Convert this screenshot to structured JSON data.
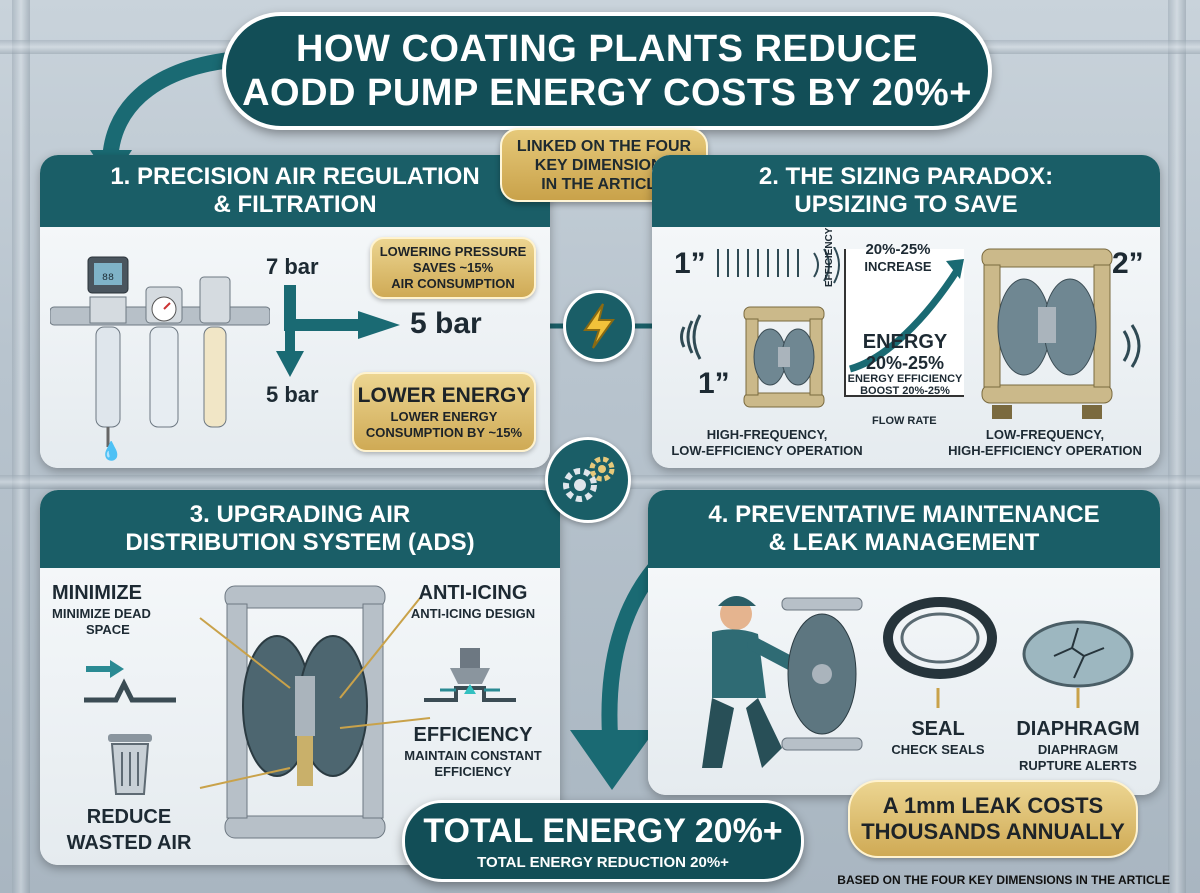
{
  "title": {
    "line1": "HOW COATING PLANTS REDUCE",
    "line2": "AODD PUMP ENERGY COSTS BY 20%+"
  },
  "center_badge": {
    "line1": "LINKED ON THE FOUR",
    "line2": "KEY DIMENSIONS",
    "line3": "IN THE ARTICLE"
  },
  "panel1": {
    "title1": "1. PRECISION AIR REGULATION",
    "title2": "& FILTRATION",
    "gauge_reading": "88",
    "p_high": "7 bar",
    "p_low_big": "5 bar",
    "p_low": "5 bar",
    "callout": {
      "l1": "LOWERING PRESSURE",
      "l2": "SAVES ~15%",
      "l3": "AIR CONSUMPTION"
    },
    "energy": {
      "head": "LOWER ENERGY",
      "l1": "LOWER ENERGY",
      "l2": "CONSUMPTION BY ~15%"
    }
  },
  "panel2": {
    "title1": "2. THE SIZING PARADOX:",
    "title2": "UPSIZING TO SAVE",
    "small_size": "1”",
    "small_size_2": "1”",
    "large_size": "2”",
    "increase": {
      "l1": "20%-25%",
      "l2": "INCREASE"
    },
    "y_axis": "EFFICIENCY",
    "x_axis": "FLOW RATE",
    "energy": {
      "head": "ENERGY",
      "value": "20%-25%",
      "l1": "ENERGY EFFICIENCY",
      "l2": "BOOST 20%-25%"
    },
    "left_caption": {
      "l1": "HIGH-FREQUENCY,",
      "l2": "LOW-EFFICIENCY OPERATION"
    },
    "right_caption": {
      "l1": "LOW-FREQUENCY,",
      "l2": "HIGH-EFFICIENCY OPERATION"
    }
  },
  "panel3": {
    "title1": "3. UPGRADING AIR",
    "title2": "DISTRIBUTION SYSTEM (ADS)",
    "minimize": {
      "head": "MINIMIZE",
      "l1": "MINIMIZE DEAD",
      "l2": "SPACE"
    },
    "anti_icing": {
      "head": "ANTI-ICING",
      "l1": "ANTI-ICING DESIGN"
    },
    "efficiency": {
      "head": "EFFICIENCY",
      "l1": "MAINTAIN CONSTANT",
      "l2": "EFFICIENCY"
    },
    "reduce": {
      "l1": "REDUCE",
      "l2": "WASTED AIR"
    }
  },
  "panel4": {
    "title1": "4. PREVENTATIVE MAINTENANCE",
    "title2": "& LEAK MANAGEMENT",
    "seal": {
      "head": "SEAL",
      "l1": "CHECK SEALS"
    },
    "diaphragm": {
      "head": "DIAPHRAGM",
      "l1": "DIAPHRAGM",
      "l2": "RUPTURE ALERTS"
    }
  },
  "total": {
    "main": "TOTAL ENERGY 20%+",
    "sub": "TOTAL ENERGY REDUCTION 20%+"
  },
  "leak": {
    "l1": "A 1mm LEAK COSTS",
    "l2": "THOUSANDS ANNUALLY"
  },
  "footer": "BASED ON THE FOUR KEY DIMENSIONS IN THE ARTICLE",
  "colors": {
    "teal": "#1a5e67",
    "dark_teal": "#124e57",
    "gold": "#cfaa55",
    "white": "#ffffff"
  },
  "icons": [
    "bolt-icon",
    "gears-icon",
    "water-drop-icon",
    "trash-bin-icon",
    "arrow-icon",
    "seal-ring-icon",
    "diaphragm-icon",
    "sound-wave-icon"
  ]
}
